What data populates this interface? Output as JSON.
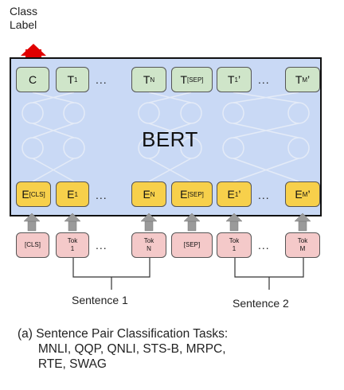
{
  "class_label": "Class\nLabel",
  "bert_title": "BERT",
  "output_tokens": {
    "c": "C",
    "t1": "T",
    "t1_sub": "1",
    "tn": "T",
    "tn_sub": "N",
    "tsep": "T",
    "tsep_sub": "[SEP]",
    "t1p": "T",
    "t1p_sub": "1",
    "t1p_sup": "’",
    "tm": "T",
    "tm_sub": "M",
    "tm_sup": "’"
  },
  "embed_tokens": {
    "ecls": "E",
    "ecls_sub": "[CLS]",
    "e1": "E",
    "e1_sub": "1",
    "en": "E",
    "en_sub": "N",
    "esep": "E",
    "esep_sub": "[SEP]",
    "e1p": "E",
    "e1p_sub": "1",
    "e1p_sup": "’",
    "em": "E",
    "em_sub": "M",
    "em_sup": "’"
  },
  "input_tokens": {
    "cls": "[CLS]",
    "tok1": "Tok\n1",
    "tokn": "Tok\nN",
    "sep": "[SEP]",
    "tok1p": "Tok\n1",
    "tokm": "Tok\nM"
  },
  "ellipsis": "...",
  "sentence1": "Sentence 1",
  "sentence2": "Sentence 2",
  "caption": "(a) Sentence Pair Classification Tasks:\n      MNLI, QQP, QNLI, STS-B, MRPC,\n      RTE, SWAG",
  "colors": {
    "output_token": "#cfe5c9",
    "embedding_token": "#f7d04b",
    "input_token": "#f4c9c9",
    "bert_bg": "#c9d9f5",
    "class_arrow": "#e00000",
    "arrow_grey": "#999999"
  }
}
